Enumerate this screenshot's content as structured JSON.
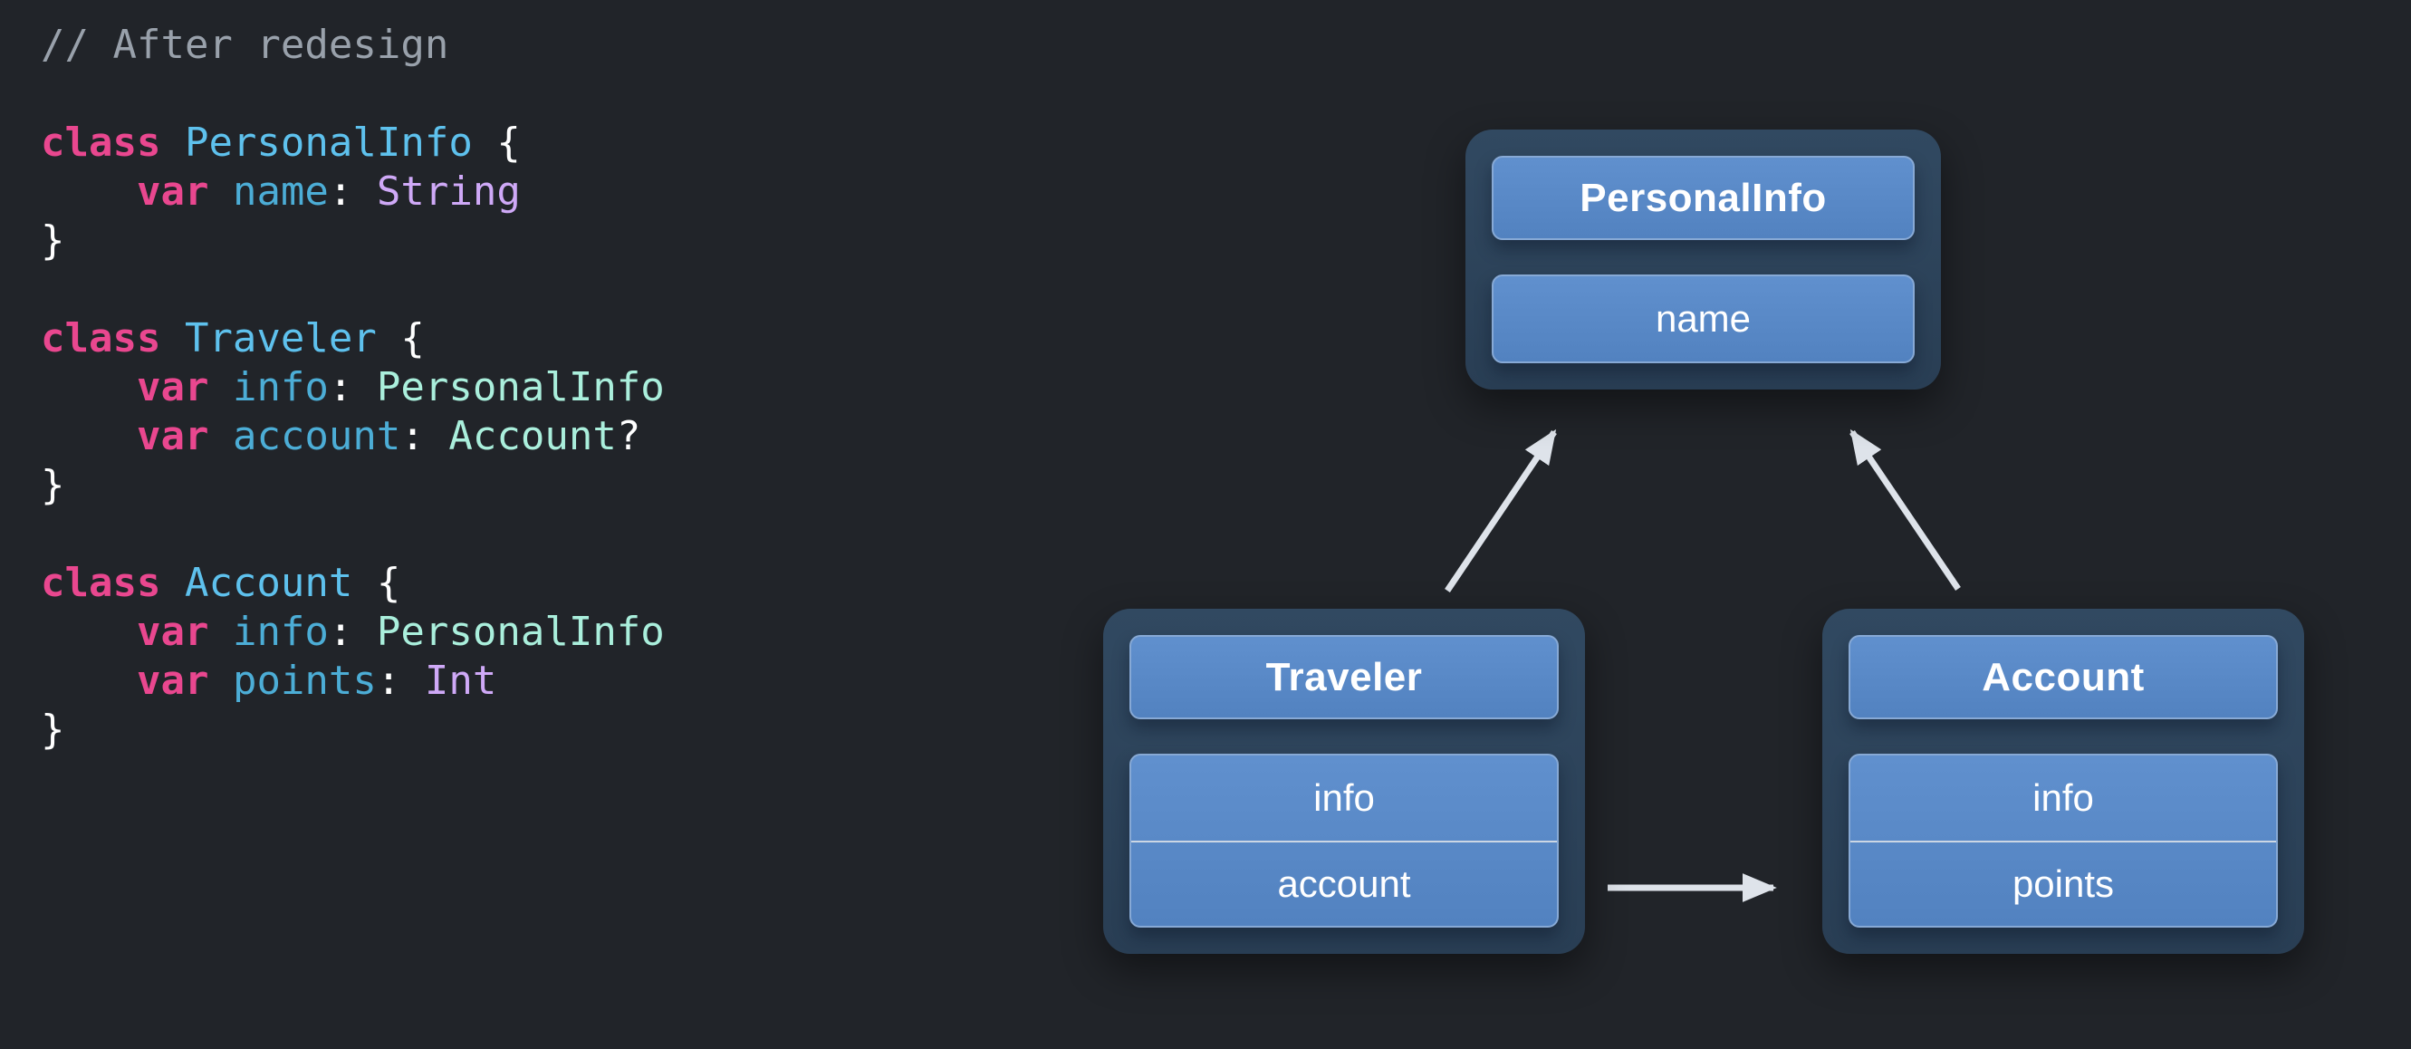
{
  "theme": {
    "bg": "#212429",
    "code-comment": "#99a1ab",
    "code-keyword": "#e9478f",
    "code-typedecl": "#5ec1ed",
    "code-property": "#4cadd6",
    "code-projtype": "#aaefdc",
    "code-sdktype": "#cfa9f7",
    "code-plain": "#ffffff",
    "node-bg-top": "#314961",
    "node-bg-bottom": "#293e54",
    "bar-top": "#6090ce",
    "bar-bottom": "#5282c0",
    "bar-border": "#87a9d5",
    "divider": "#ccd7e4",
    "arrow": "#dee3ea",
    "label": "#ffffff"
  },
  "code": {
    "language": "swift",
    "lines": [
      [
        {
          "t": "comment",
          "v": "// After redesign"
        }
      ],
      [],
      [
        {
          "t": "keyword",
          "v": "class"
        },
        {
          "t": "plain",
          "v": " "
        },
        {
          "t": "typedecl",
          "v": "PersonalInfo"
        },
        {
          "t": "plain",
          "v": " {"
        }
      ],
      [
        {
          "t": "plain",
          "v": "    "
        },
        {
          "t": "keyword",
          "v": "var"
        },
        {
          "t": "plain",
          "v": " "
        },
        {
          "t": "property",
          "v": "name"
        },
        {
          "t": "plain",
          "v": ": "
        },
        {
          "t": "sdktype",
          "v": "String"
        }
      ],
      [
        {
          "t": "plain",
          "v": "}"
        }
      ],
      [],
      [
        {
          "t": "keyword",
          "v": "class"
        },
        {
          "t": "plain",
          "v": " "
        },
        {
          "t": "typedecl",
          "v": "Traveler"
        },
        {
          "t": "plain",
          "v": " {"
        }
      ],
      [
        {
          "t": "plain",
          "v": "    "
        },
        {
          "t": "keyword",
          "v": "var"
        },
        {
          "t": "plain",
          "v": " "
        },
        {
          "t": "property",
          "v": "info"
        },
        {
          "t": "plain",
          "v": ": "
        },
        {
          "t": "projtype",
          "v": "PersonalInfo"
        }
      ],
      [
        {
          "t": "plain",
          "v": "    "
        },
        {
          "t": "keyword",
          "v": "var"
        },
        {
          "t": "plain",
          "v": " "
        },
        {
          "t": "property",
          "v": "account"
        },
        {
          "t": "plain",
          "v": ": "
        },
        {
          "t": "projtype",
          "v": "Account"
        },
        {
          "t": "plain",
          "v": "?"
        }
      ],
      [
        {
          "t": "plain",
          "v": "}"
        }
      ],
      [],
      [
        {
          "t": "keyword",
          "v": "class"
        },
        {
          "t": "plain",
          "v": " "
        },
        {
          "t": "typedecl",
          "v": "Account"
        },
        {
          "t": "plain",
          "v": " {"
        }
      ],
      [
        {
          "t": "plain",
          "v": "    "
        },
        {
          "t": "keyword",
          "v": "var"
        },
        {
          "t": "plain",
          "v": " "
        },
        {
          "t": "property",
          "v": "info"
        },
        {
          "t": "plain",
          "v": ": "
        },
        {
          "t": "projtype",
          "v": "PersonalInfo"
        }
      ],
      [
        {
          "t": "plain",
          "v": "    "
        },
        {
          "t": "keyword",
          "v": "var"
        },
        {
          "t": "plain",
          "v": " "
        },
        {
          "t": "property",
          "v": "points"
        },
        {
          "t": "plain",
          "v": ": "
        },
        {
          "t": "sdktype",
          "v": "Int"
        }
      ],
      [
        {
          "t": "plain",
          "v": "}"
        }
      ]
    ]
  },
  "diagram": {
    "nodes": [
      {
        "id": "personalinfo",
        "title": "PersonalInfo",
        "fields": [
          "name"
        ]
      },
      {
        "id": "traveler",
        "title": "Traveler",
        "fields": [
          "info",
          "account"
        ]
      },
      {
        "id": "account",
        "title": "Account",
        "fields": [
          "info",
          "points"
        ]
      }
    ],
    "arrows": [
      {
        "from": "Traveler",
        "to": "PersonalInfo"
      },
      {
        "from": "Account",
        "to": "PersonalInfo"
      },
      {
        "from": "Traveler",
        "to": "Account"
      }
    ]
  }
}
